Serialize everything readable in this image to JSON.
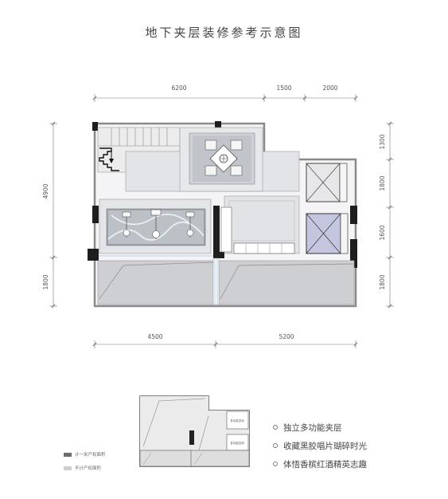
{
  "title": "地下夹层装修参考示意图",
  "dimensions": {
    "top": [
      "6200",
      "1500",
      "2000"
    ],
    "bottom": [
      "4500",
      "5200"
    ],
    "left": [
      "4900",
      "1800"
    ],
    "right": [
      "1300",
      "1800",
      "1600",
      "1800"
    ]
  },
  "features": [
    "独立多功能夹层",
    "收藏黑胶唱片瑚碎时光",
    "体悟香槟红酒精英志趣"
  ],
  "legend": [
    {
      "label": "计一米产权面积",
      "color": "#6d6d6d"
    },
    {
      "label": "不计产权面积",
      "color": "#cfcfcf"
    }
  ],
  "mini_plan_labels": [
    "多功能空间",
    "多功能空间"
  ]
}
